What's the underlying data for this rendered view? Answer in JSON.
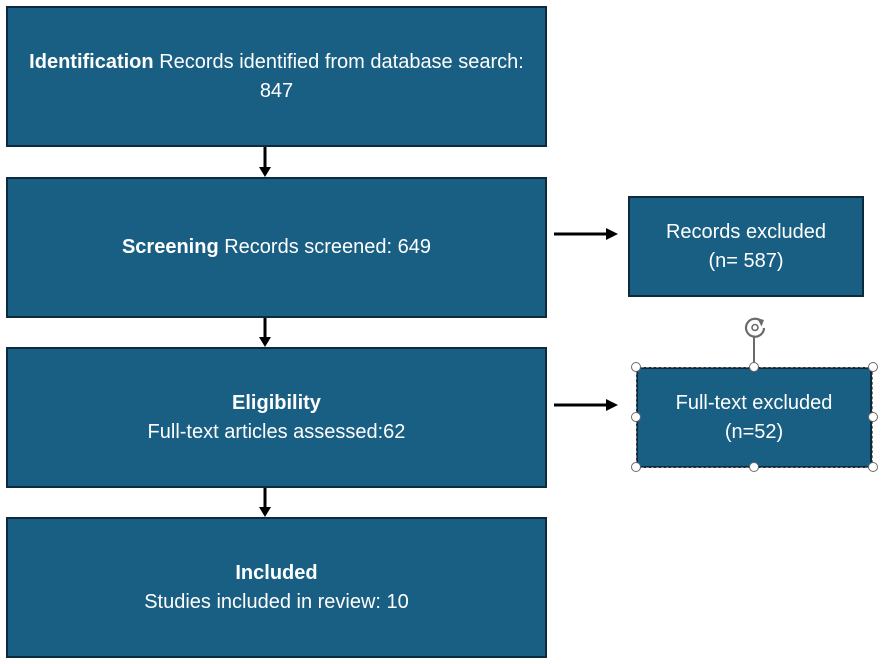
{
  "boxes": {
    "identification": {
      "heading": "Identification",
      "text": "Records identified from database search: 847"
    },
    "screening": {
      "heading": "Screening",
      "text": "Records screened: 649"
    },
    "eligibility": {
      "heading": "Eligibility",
      "text": "Full-text articles assessed:62"
    },
    "included": {
      "heading": "Included",
      "text": "Studies included in review: 10"
    },
    "records_excluded": {
      "line1": "Records excluded",
      "line2": "(n= 587)"
    },
    "fulltext_excluded": {
      "line1": "Full-text excluded",
      "line2": "(n=52)"
    }
  },
  "colors": {
    "box_fill": "#195f83",
    "box_border": "#0d2b3e",
    "text": "#ffffff",
    "arrow": "#000000",
    "handle": "#6b6b6b"
  },
  "icons": {
    "rotate_handle": "rotate-icon"
  }
}
